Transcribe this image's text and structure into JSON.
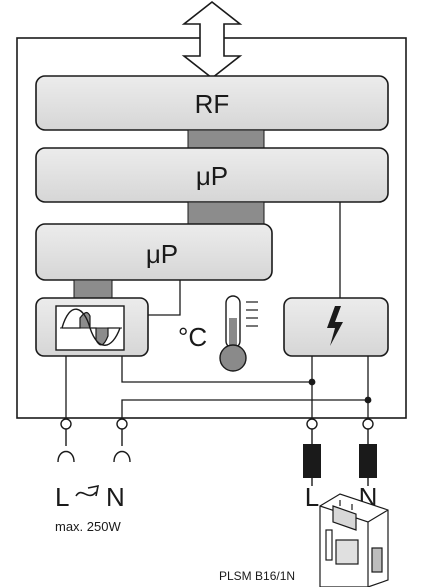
{
  "diagram": {
    "blocks": {
      "rf": "RF",
      "up_top": "μP",
      "up_bottom": "μP"
    },
    "temperature_unit": "°C",
    "terminals": {
      "load_left": "L",
      "load_right": "N",
      "load_rating": "max. 250W",
      "mains_l": "L",
      "mains_n": "N"
    },
    "breaker_label": "PLSM B16/1N",
    "icons": [
      "bidirectional-arrow-icon",
      "dimmer-waveform-icon",
      "thermometer-icon",
      "lightning-icon",
      "terminal-fork-icon",
      "load-swap-icon",
      "circuit-breaker-icon"
    ],
    "colors": {
      "block_fill": "#e3e3e3",
      "connector_fill": "#8c8c8c",
      "line": "#1a1a1a",
      "thermo_fill": "#8a8a8a"
    }
  }
}
